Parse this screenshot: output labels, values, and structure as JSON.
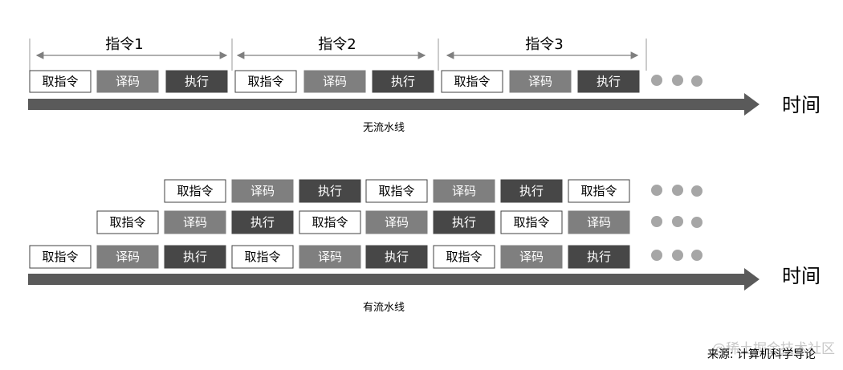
{
  "top": {
    "instructions": [
      {
        "label": "指令1",
        "steps": [
          "取指令",
          "译码",
          "执行"
        ]
      },
      {
        "label": "指令2",
        "steps": [
          "取指令",
          "译码",
          "执行"
        ]
      },
      {
        "label": "指令3",
        "steps": [
          "取指令",
          "译码",
          "执行"
        ]
      }
    ],
    "time_label": "时间",
    "caption": "无流水线"
  },
  "bottom": {
    "rows": [
      {
        "steps": [
          "取指令",
          "译码",
          "执行",
          "取指令",
          "译码",
          "执行",
          "取指令"
        ]
      },
      {
        "steps": [
          "取指令",
          "译码",
          "执行",
          "取指令",
          "译码",
          "执行",
          "取指令",
          "译码"
        ]
      },
      {
        "steps": [
          "取指令",
          "译码",
          "执行",
          "取指令",
          "译码",
          "执行",
          "取指令",
          "译码",
          "执行"
        ]
      }
    ],
    "time_label": "时间",
    "caption": "有流水线"
  },
  "step_styles": {
    "取指令": {
      "fill": "#ffffff",
      "text": "#000000"
    },
    "译码": {
      "fill": "#7f7f7f",
      "text": "#ffffff"
    },
    "执行": {
      "fill": "#474747",
      "text": "#ffffff"
    }
  },
  "colors": {
    "arrow": "#5a5a5a",
    "dots": "#a6a6a6",
    "bracket": "#7f7f7f"
  },
  "source": "来源: 计算机科学导论",
  "watermark": "@稀土掘金技术社区"
}
